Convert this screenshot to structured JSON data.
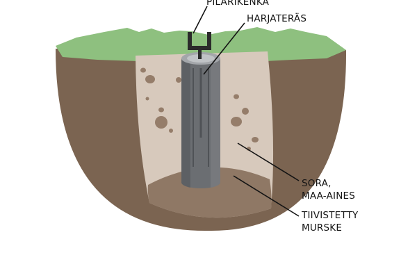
{
  "diagram": {
    "labels": {
      "bracket": "PILARIKENKÄ",
      "rebar": "HARJATERÄS",
      "fill_line1": "SORA,",
      "fill_line2": "MAA-AINES",
      "base_line1": "TIIVISTETTY",
      "base_line2": "MURSKE"
    },
    "colors": {
      "grass": "#8ec07f",
      "soil": "#7b6451",
      "gravel_fill": "#d7c9bc",
      "crushed_base": "#8f7865",
      "pillar": "#6b6e72",
      "pillar_top": "#a3a6aa",
      "bracket": "#2b2b2b",
      "text": "#141414"
    }
  }
}
